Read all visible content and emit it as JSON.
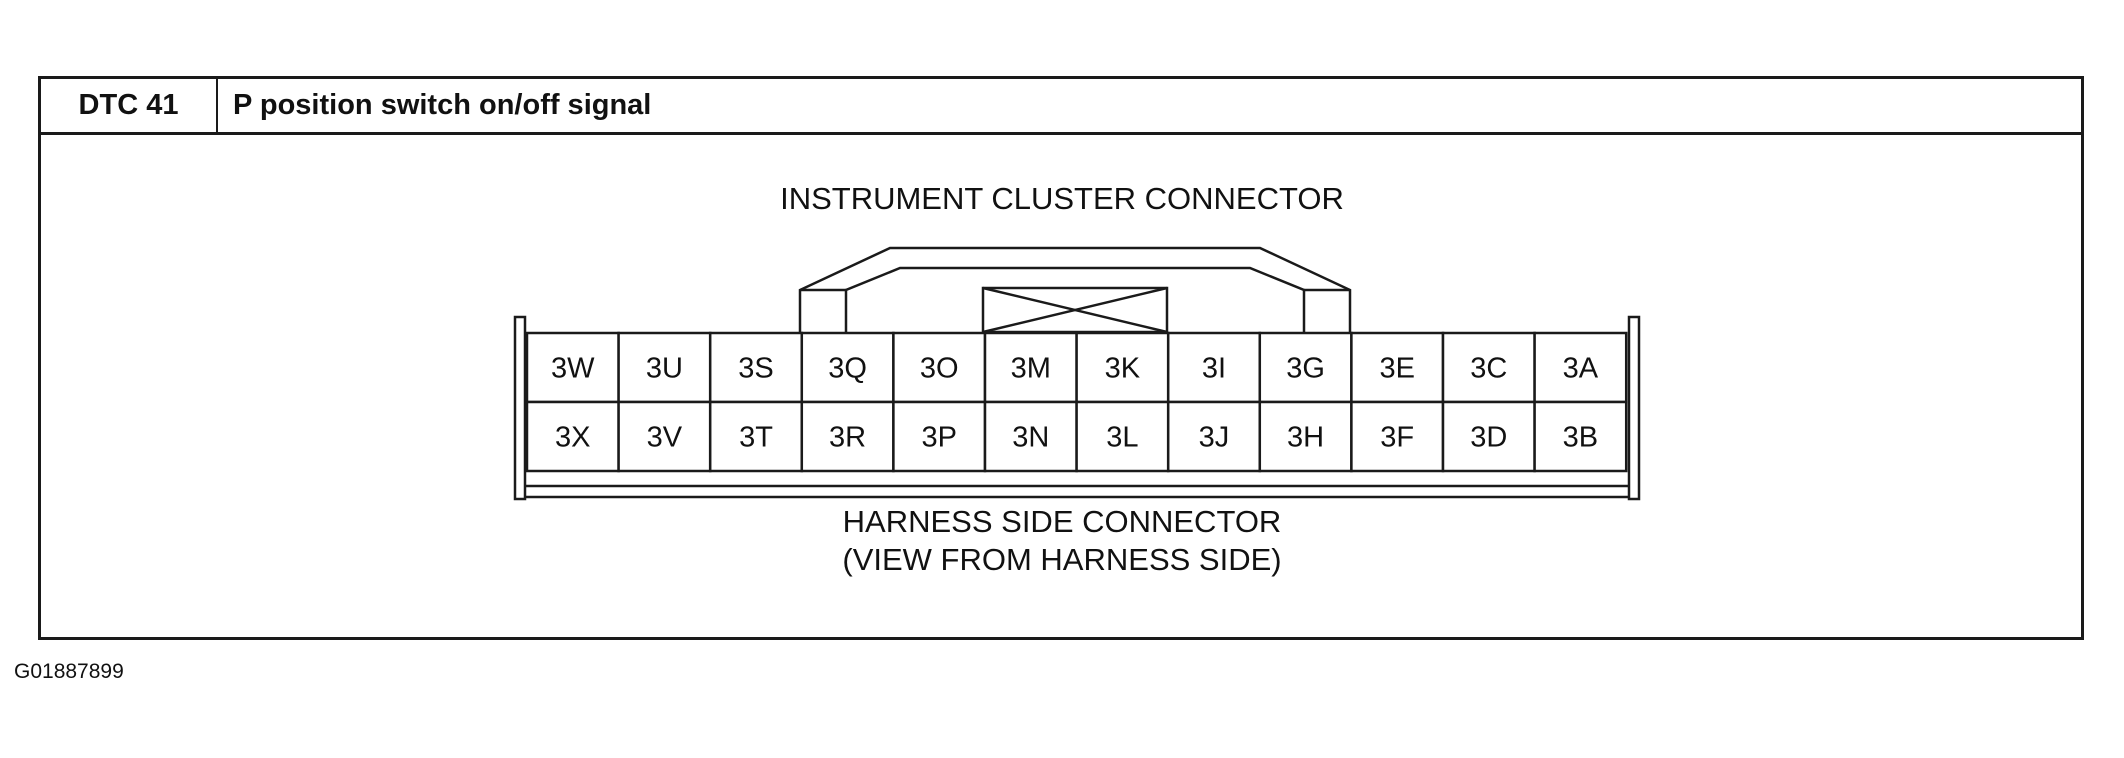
{
  "header": {
    "dtc_code": "DTC 41",
    "title": "P position switch on/off signal"
  },
  "connector": {
    "title": "INSTRUMENT CLUSTER CONNECTOR",
    "caption_line1": "HARNESS SIDE CONNECTOR",
    "caption_line2": "(VIEW FROM HARNESS SIDE)",
    "top_row": [
      "3W",
      "3U",
      "3S",
      "3Q",
      "3O",
      "3M",
      "3K",
      "3I",
      "3G",
      "3E",
      "3C",
      "3A"
    ],
    "bottom_row": [
      "3X",
      "3V",
      "3T",
      "3R",
      "3P",
      "3N",
      "3L",
      "3J",
      "3H",
      "3F",
      "3D",
      "3B"
    ]
  },
  "footer": {
    "reference": "G01887899"
  }
}
